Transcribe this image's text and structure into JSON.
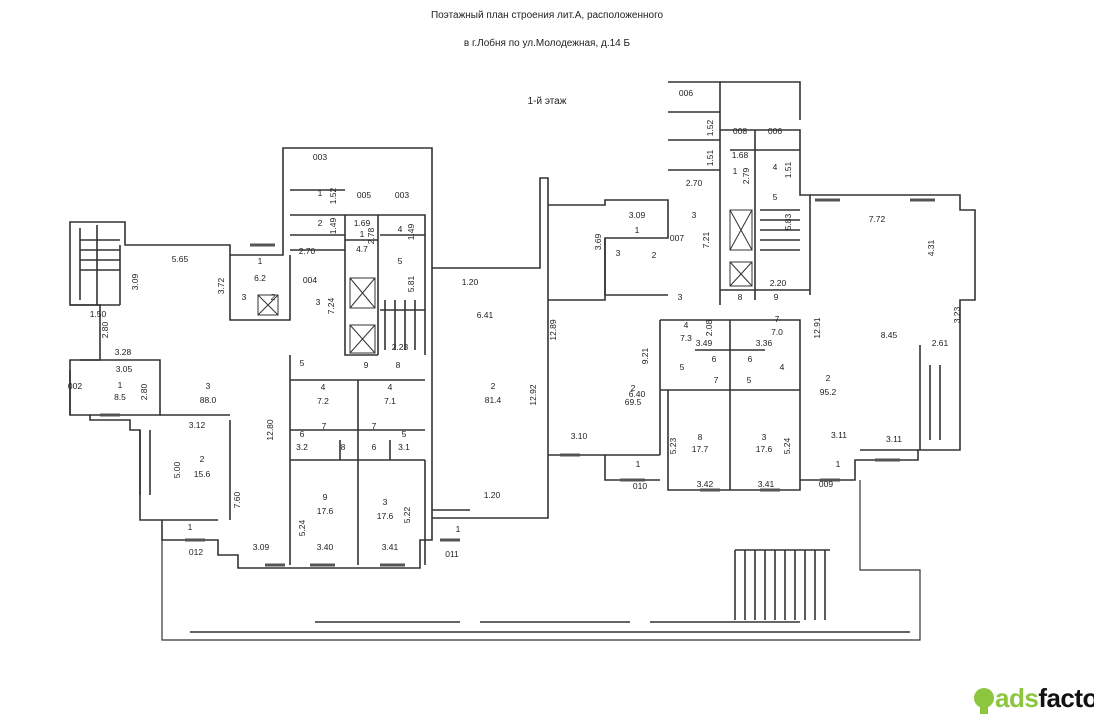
{
  "header": {
    "line1": "Поэтажный план строения лит.А, расположенного",
    "line2": "в г.Лобня по ул.Молодежная, д.14 Б",
    "floor": "1-й этаж"
  },
  "watermark": {
    "brand_a": "ads",
    "brand_b": "factory",
    "color": "#8cc63f"
  },
  "labels": [
    [
      "003",
      "003"
    ],
    [
      "005",
      "005"
    ],
    [
      "003b",
      "003"
    ],
    [
      "006a",
      "006"
    ],
    [
      "008",
      "008"
    ],
    [
      "006b",
      "006"
    ],
    [
      "1_52a",
      "1"
    ],
    [
      "1_52b",
      "1.52"
    ],
    [
      "1_49",
      "1.49"
    ],
    [
      "2_70a",
      "2.70"
    ],
    [
      "2_1",
      "2"
    ],
    [
      "1_69",
      "1.69"
    ],
    [
      "1_4",
      "1"
    ],
    [
      "4_7",
      "4.7"
    ],
    [
      "2_78",
      "2.78"
    ],
    [
      "4_1",
      "4"
    ],
    [
      "1_49b",
      "1.49"
    ],
    [
      "5_1",
      "5"
    ],
    [
      "5_81",
      "5.81"
    ],
    [
      "2_23",
      "2.23"
    ],
    [
      "9_1",
      "9"
    ],
    [
      "8_1",
      "8"
    ],
    [
      "004",
      "004"
    ],
    [
      "3_a",
      "3"
    ],
    [
      "7_24",
      "7.24"
    ],
    [
      "1_a",
      "1"
    ],
    [
      "6_2",
      "6.2"
    ],
    [
      "3_b",
      "3"
    ],
    [
      "2_b",
      "2"
    ],
    [
      "5_65",
      "5.65"
    ],
    [
      "3_72",
      "3.72"
    ],
    [
      "3_09",
      "3.09"
    ],
    [
      "1_50",
      "1.50"
    ],
    [
      "2_80",
      "2.80"
    ],
    [
      "3_28",
      "3.28"
    ],
    [
      "3_05",
      "3.05"
    ],
    [
      "002",
      "002"
    ],
    [
      "1_c",
      "1"
    ],
    [
      "8_5",
      "8.5"
    ],
    [
      "2_80b",
      "2.80"
    ],
    [
      "3_big",
      "3"
    ],
    [
      "88_0",
      "88.0"
    ],
    [
      "12_80",
      "12.80"
    ],
    [
      "5_c",
      "5"
    ],
    [
      "4_c",
      "4"
    ],
    [
      "7_2",
      "7.2"
    ],
    [
      "4_d",
      "4"
    ],
    [
      "7_1",
      "7.1"
    ],
    [
      "3_12",
      "3.12"
    ],
    [
      "2_d",
      "2"
    ],
    [
      "15_6",
      "15.6"
    ],
    [
      "5_00",
      "5.00"
    ],
    [
      "7_60",
      "7.60"
    ],
    [
      "6_a",
      "6"
    ],
    [
      "3_2",
      "3.2"
    ],
    [
      "7_a",
      "7"
    ],
    [
      "8_a",
      "8"
    ],
    [
      "7_b",
      "7"
    ],
    [
      "6_b",
      "6"
    ],
    [
      "5_d",
      "5"
    ],
    [
      "3_1",
      "3.1"
    ],
    [
      "9_b",
      "9"
    ],
    [
      "17_6a",
      "17.6"
    ],
    [
      "3_c",
      "3"
    ],
    [
      "17_6b",
      "17.6"
    ],
    [
      "5_24a",
      "5.24"
    ],
    [
      "5_22",
      "5.22"
    ],
    [
      "1_e",
      "1"
    ],
    [
      "012",
      "012"
    ],
    [
      "3_09b",
      "3.09"
    ],
    [
      "3_40",
      "3.40"
    ],
    [
      "3_41a",
      "3.41"
    ],
    [
      "011",
      "011"
    ],
    [
      "1_f",
      "1"
    ],
    [
      "1_20a",
      "1.20"
    ],
    [
      "6_41",
      "6.41"
    ],
    [
      "12_92",
      "12.92"
    ],
    [
      "2_e",
      "2"
    ],
    [
      "81_4",
      "81.4"
    ],
    [
      "1_20b",
      "1.20"
    ],
    [
      "3_09c",
      "3.09"
    ],
    [
      "1_g",
      "1"
    ],
    [
      "3_h",
      "3"
    ],
    [
      "2_h",
      "2"
    ],
    [
      "007",
      "007"
    ],
    [
      "3_69",
      "3.69"
    ],
    [
      "12_89",
      "12.89"
    ],
    [
      "2_f",
      "2"
    ],
    [
      "69_5",
      "69.5"
    ],
    [
      "9_21",
      "9.21"
    ],
    [
      "6_40",
      "6.40"
    ],
    [
      "3_10",
      "3.10"
    ],
    [
      "1_52c",
      "1.52"
    ],
    [
      "1_51a",
      "1.51"
    ],
    [
      "2_70b",
      "2.70"
    ],
    [
      "3_i",
      "3"
    ],
    [
      "7_21",
      "7.21"
    ],
    [
      "3_j",
      "3"
    ],
    [
      "1_68",
      "1.68"
    ],
    [
      "1_k",
      "1"
    ],
    [
      "2_79",
      "2.79"
    ],
    [
      "4_k",
      "4"
    ],
    [
      "1_51b",
      "1.51"
    ],
    [
      "5_k",
      "5"
    ],
    [
      "5_83",
      "5.83"
    ],
    [
      "2_20",
      "2.20"
    ],
    [
      "8_k",
      "8"
    ],
    [
      "9_k",
      "9"
    ],
    [
      "4_m",
      "4"
    ],
    [
      "7_3",
      "7.3"
    ],
    [
      "2_08",
      "2.08"
    ],
    [
      "7_m",
      "7"
    ],
    [
      "7_0",
      "7.0"
    ],
    [
      "3_49",
      "3.49"
    ],
    [
      "3_36",
      "3.36"
    ],
    [
      "6_m",
      "6"
    ],
    [
      "5_m",
      "5"
    ],
    [
      "7_n",
      "7"
    ],
    [
      "6_n",
      "6"
    ],
    [
      "5_n",
      "5"
    ],
    [
      "4_n",
      "4"
    ],
    [
      "8_p",
      "8"
    ],
    [
      "17_7",
      "17.7"
    ],
    [
      "5_23",
      "5.23"
    ],
    [
      "3_p",
      "3"
    ],
    [
      "17_6c",
      "17.6"
    ],
    [
      "5_24b",
      "5.24"
    ],
    [
      "1_q",
      "1"
    ],
    [
      "010",
      "010"
    ],
    [
      "3_42",
      "3.42"
    ],
    [
      "3_41b",
      "3.41"
    ],
    [
      "7_72",
      "7.72"
    ],
    [
      "4_31",
      "4.31"
    ],
    [
      "12_91",
      "12.91"
    ],
    [
      "8_45",
      "8.45"
    ],
    [
      "3_23",
      "3.23"
    ],
    [
      "2_61",
      "2.61"
    ],
    [
      "2_r",
      "2"
    ],
    [
      "95_2",
      "95.2"
    ],
    [
      "3_11a",
      "3.11"
    ],
    [
      "3_11b",
      "3.11"
    ],
    [
      "1_s",
      "1"
    ],
    [
      "009",
      "009"
    ]
  ]
}
